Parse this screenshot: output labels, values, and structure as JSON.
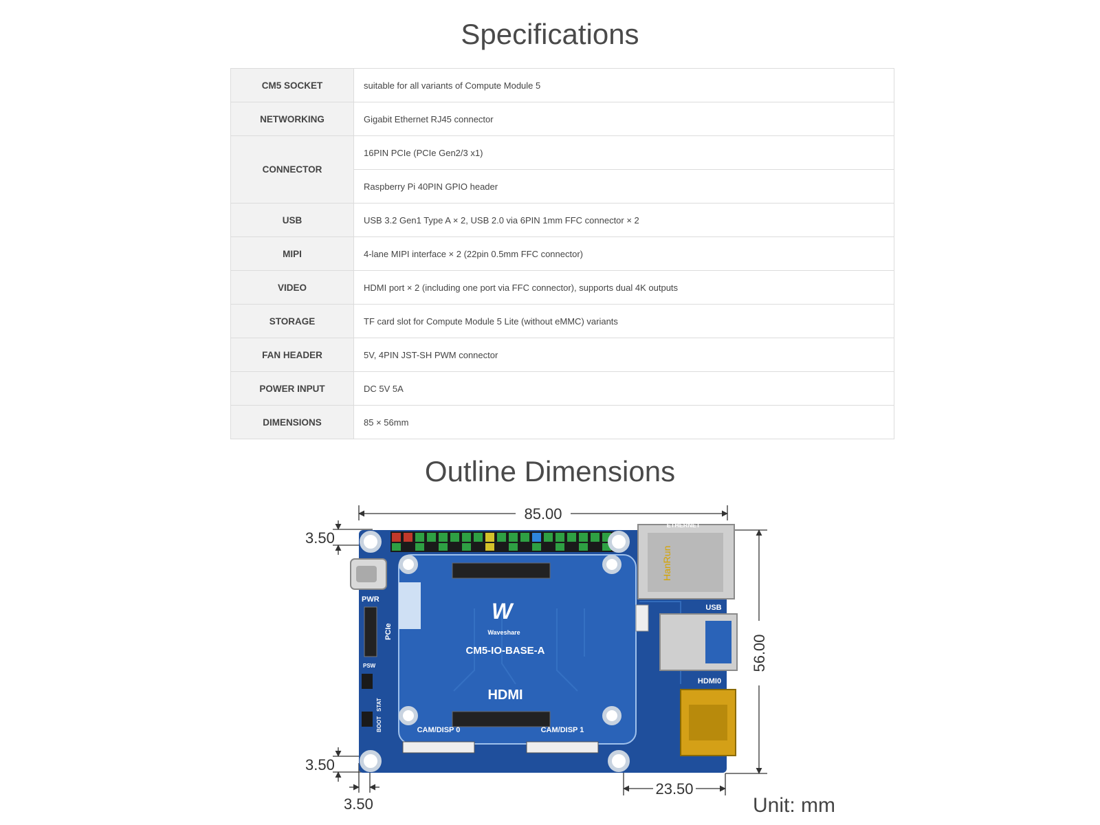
{
  "spec": {
    "title": "Specifications",
    "rows": [
      {
        "key": "CM5 SOCKET",
        "values": [
          "suitable for all variants of Compute Module 5"
        ]
      },
      {
        "key": "NETWORKING",
        "values": [
          "Gigabit Ethernet RJ45 connector"
        ]
      },
      {
        "key": "CONNECTOR",
        "values": [
          "16PIN PCIe (PCIe Gen2/3 x1)",
          "Raspberry Pi 40PIN GPIO header"
        ]
      },
      {
        "key": "USB",
        "values": [
          "USB 3.2 Gen1 Type A × 2, USB 2.0 via 6PIN 1mm FFC connector × 2"
        ]
      },
      {
        "key": "MIPI",
        "values": [
          "4-lane MIPI interface × 2 (22pin 0.5mm FFC connector)"
        ]
      },
      {
        "key": "VIDEO",
        "values": [
          "HDMI port × 2 (including one port via FFC connector), supports dual 4K outputs"
        ]
      },
      {
        "key": "STORAGE",
        "values": [
          "TF card slot for Compute Module 5 Lite (without eMMC) variants"
        ]
      },
      {
        "key": "FAN HEADER",
        "values": [
          "5V, 4PIN JST-SH PWM connector"
        ]
      },
      {
        "key": "POWER INPUT",
        "values": [
          "DC 5V 5A"
        ]
      },
      {
        "key": "DIMENSIONS",
        "values": [
          "85 × 56mm"
        ]
      }
    ]
  },
  "outline": {
    "title": "Outline Dimensions",
    "dimensions": {
      "width": "85.00",
      "height": "56.00",
      "hole_offset_top": "3.50",
      "hole_offset_bottom": "3.50",
      "hole_offset_left": "3.50",
      "hole_spacing_right": "23.50"
    },
    "unit_label": "Unit: mm",
    "board_labels": {
      "ethernet": "ETHERNET",
      "usb": "USB",
      "hdmi0": "HDMI0",
      "pwr": "PWR",
      "pcie": "PCIe",
      "psw": "PSW",
      "boot": "BOOT",
      "stat": "STAT",
      "cam0": "CAM/DISP 0",
      "cam1": "CAM/DISP 1",
      "brand": "Waveshare",
      "model": "CM5-IO-BASE-A",
      "hdmi_logo": "HDMI"
    },
    "colors": {
      "pcb": "#1f4f9c",
      "pcb_inner": "#2a63b8",
      "header_pin": "#2ea043",
      "dimension_line": "#333333"
    }
  }
}
